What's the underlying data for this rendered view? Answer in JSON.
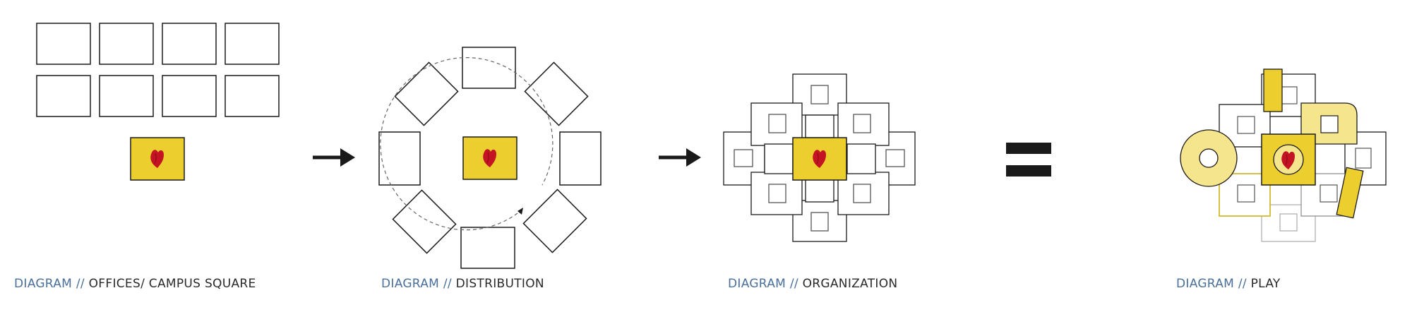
{
  "colors": {
    "line": "#1a1a1a",
    "accent": "#eccf2e",
    "accent_light": "#f5e58c",
    "heart": "#c41423",
    "caption_lead": "#4a6f9a",
    "caption_title": "#2a2a2a"
  },
  "panels": [
    {
      "lead": "DIAGRAM //",
      "title": "OFFICES/ CAMPUS SQUARE"
    },
    {
      "lead": "DIAGRAM //",
      "title": "DISTRIBUTION"
    },
    {
      "lead": "DIAGRAM //",
      "title": "ORGANIZATION"
    },
    {
      "lead": "DIAGRAM //",
      "title": "PLAY"
    }
  ],
  "icons": {
    "heart": "heart-icon",
    "arrow": "arrow-right-icon",
    "equals": "equals-icon"
  }
}
